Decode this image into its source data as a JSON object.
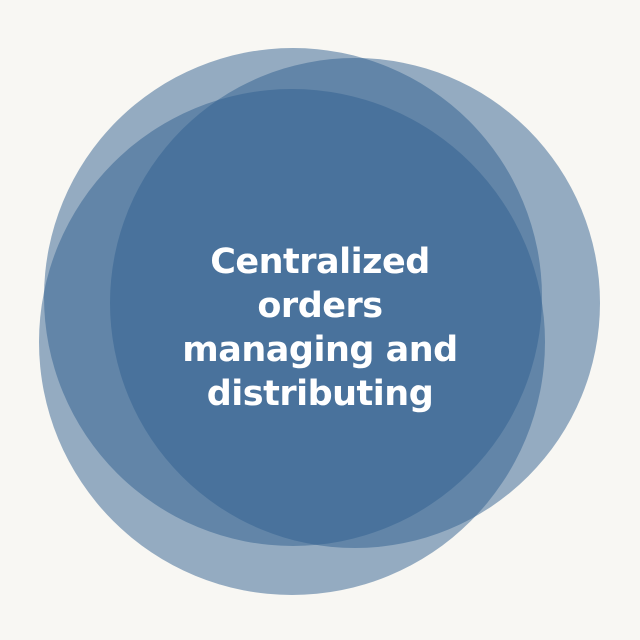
{
  "diagram": {
    "lines": [
      "Centralized",
      "orders",
      "managing and",
      "distributing"
    ],
    "circle_color": "#2f5f90",
    "background_color": "#f8f7f3"
  }
}
